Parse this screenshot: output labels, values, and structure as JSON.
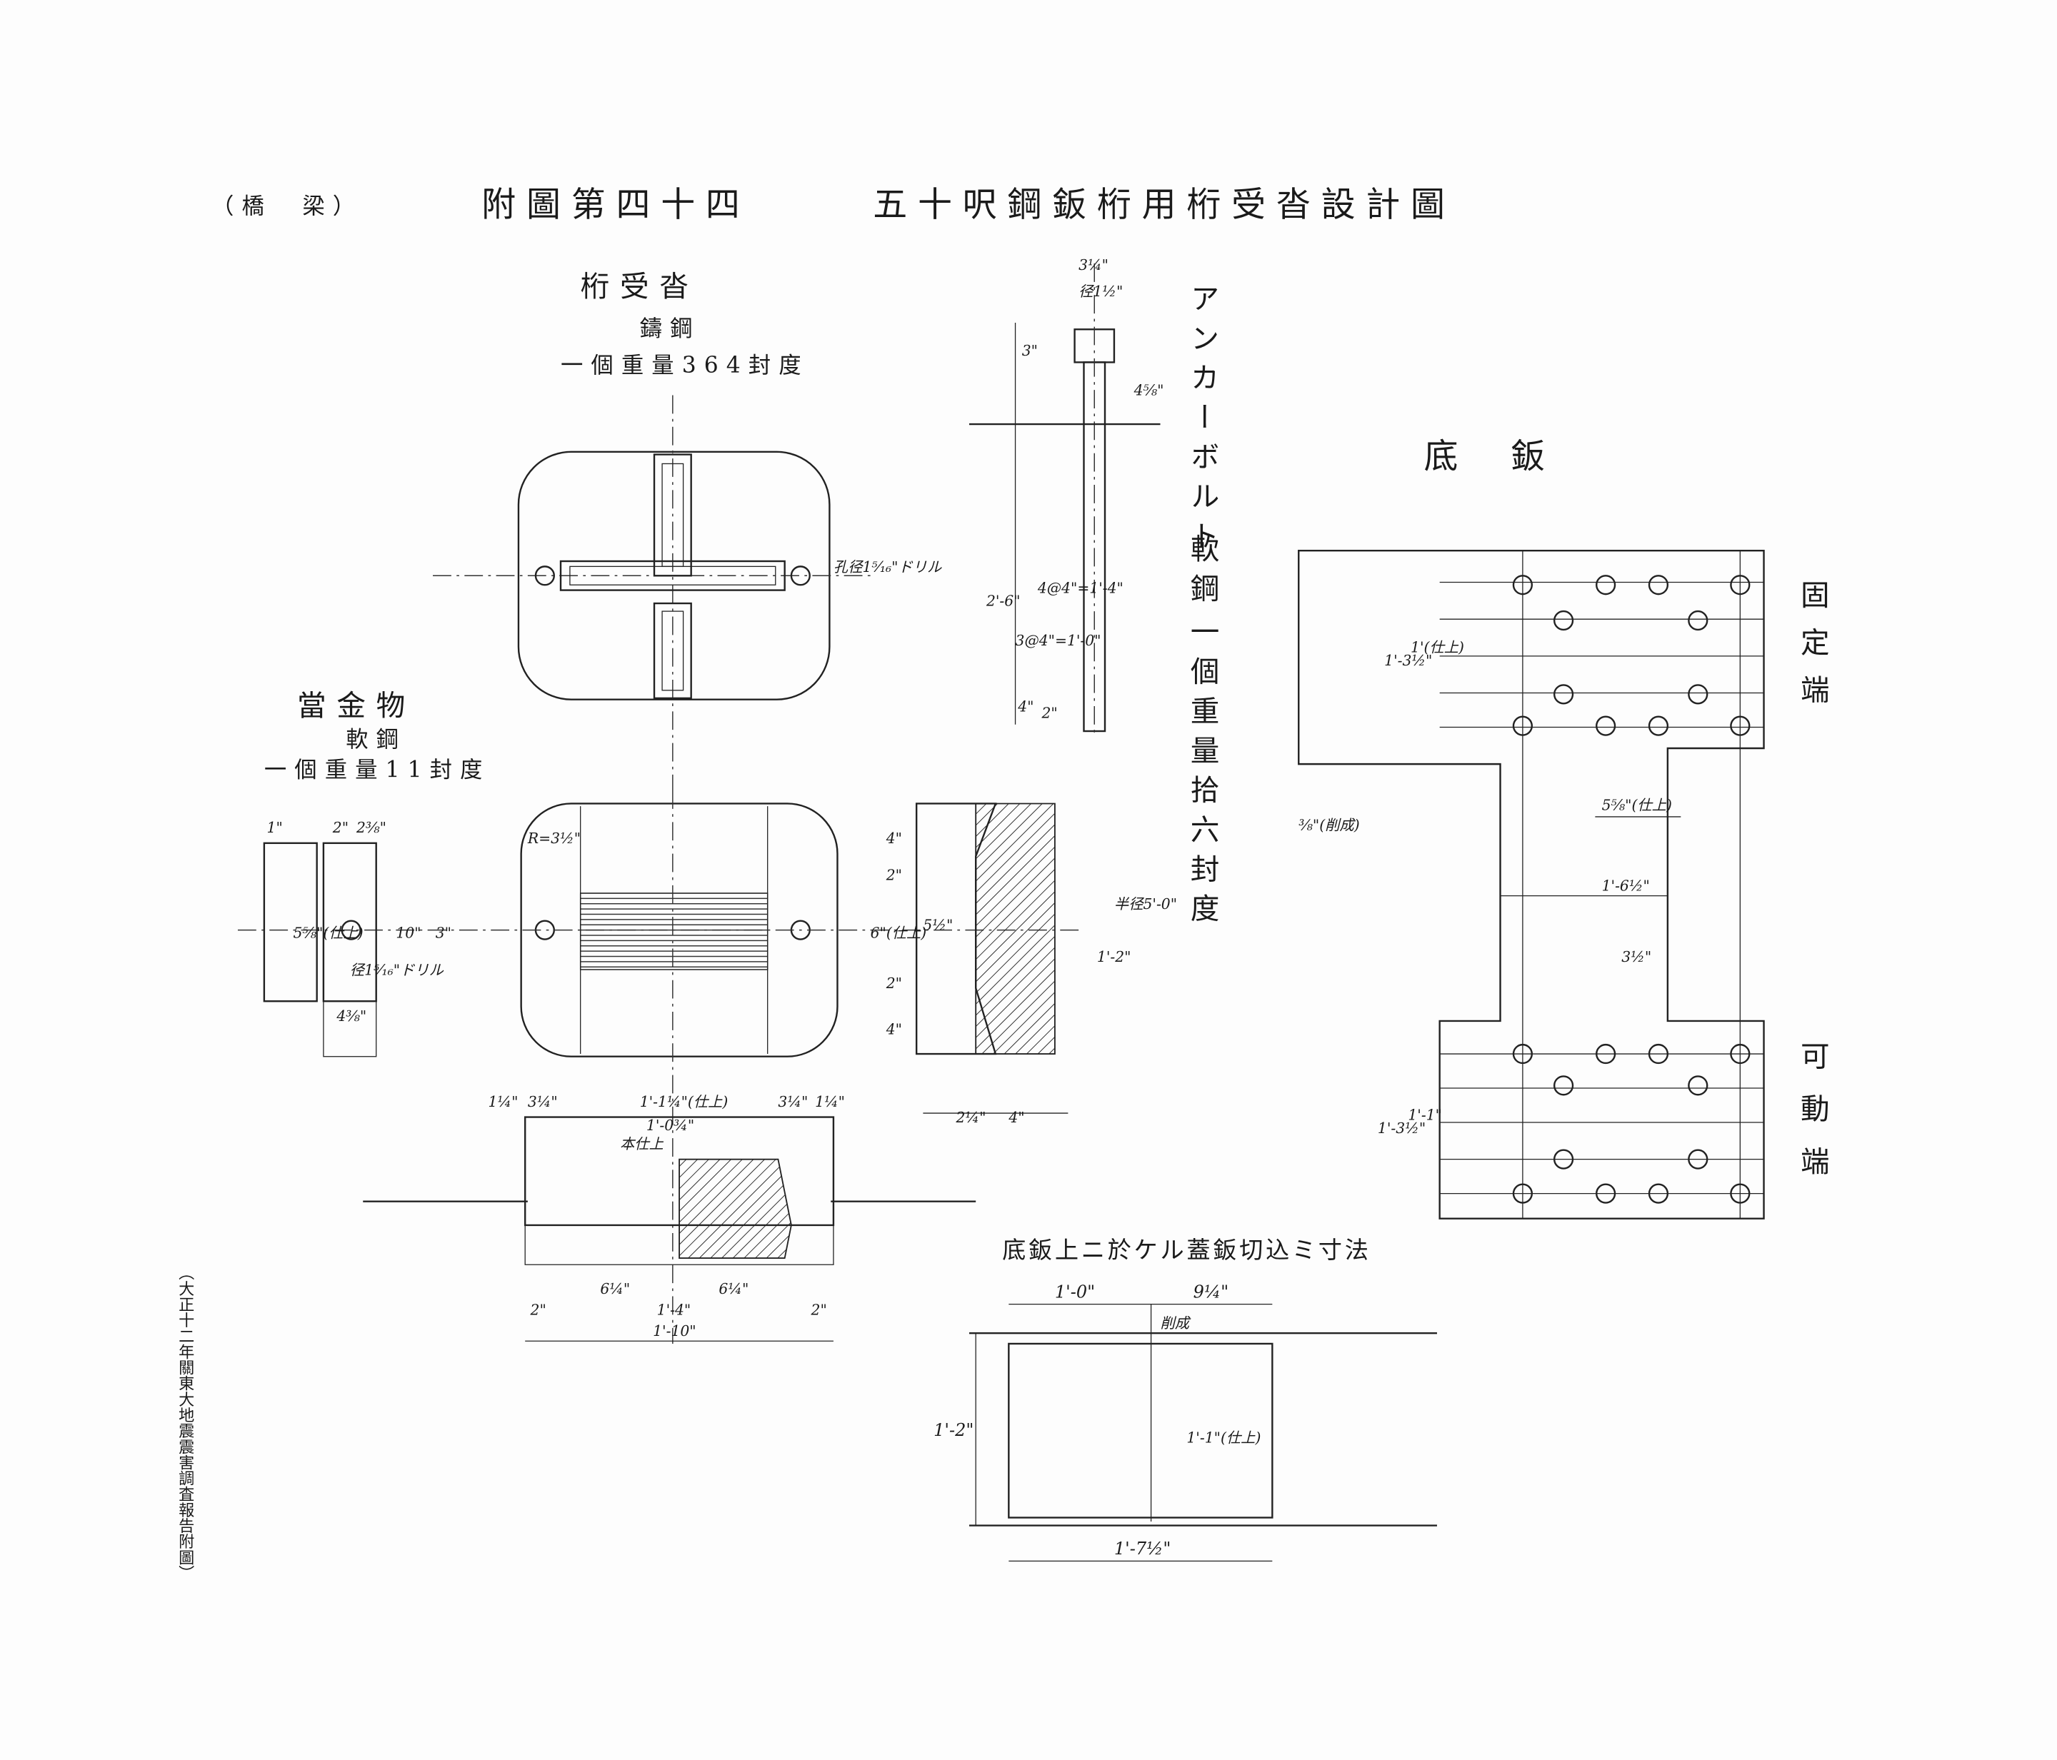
{
  "header": {
    "category": "（橋　梁）",
    "plate_number": "附圖第四十四",
    "title": "五十呎鋼鈑桁用桁受沓設計圖"
  },
  "side_note": "（大正十二年關東大地震震害調査報告附圖）",
  "bearing_shoe": {
    "title": "桁受沓",
    "material": "鑄鋼",
    "weight": "一個重量364封度",
    "hole_note": "孔径1⁵⁄₁₆\"ドリル",
    "radius_label": "R=3½\"",
    "rocker_radius": "半径5'-0\"",
    "finish_label": "本仕上",
    "dims": [
      "1¼\"",
      "3¼\"",
      "1'-1¼\"(仕上)",
      "3¼\"",
      "1¼\"",
      "1'-0¾\"",
      "6¼\"",
      "6¼\"",
      "1'-4\"",
      "1'-10\"",
      "2\"",
      "2\"",
      "4\"",
      "2\"",
      "6\"(仕上)",
      "2\"",
      "4\"",
      "5½\"",
      "1'-2\"",
      "2¼\"",
      "4\""
    ]
  },
  "filler": {
    "title": "當金物",
    "material": "軟鋼",
    "weight": "一個重量11封度",
    "dims": [
      "1\"",
      "2\"",
      "2⅜\"",
      "5⅝\"(仕上)",
      "10\"",
      "3\"",
      "4⅜\"",
      "径1⁵⁄₁₆\"ドリル"
    ]
  },
  "anchor_bolt": {
    "title": "アンカーボルト",
    "material": "軟鋼",
    "weight": "一個重量拾六封度",
    "dims": [
      "3¼\"",
      "径1½\"",
      "3\"",
      "4⅝\"",
      "2'-6\"",
      "3@4\"=1'-0\"",
      "4@4\"=1'-4\"",
      "4\"",
      "2\""
    ]
  },
  "base_plate": {
    "title": "底鈑",
    "fixed_end": "固定端",
    "movable_end": "可動端",
    "dims": [
      "1'-3½\"",
      "1'(仕上)",
      "5⅝\"(仕上)",
      "1'-6½\"",
      "3½\"",
      "1'-3½\"",
      "1'-1\"",
      "⅜\"(削成)"
    ]
  },
  "cover_plate_cut": {
    "title": "底鈑上ニ於ケル蓋鈑切込ミ寸法",
    "dims": [
      "1'-0\"",
      "9¼\"",
      "1'-2\"",
      "1'-1\"(仕上)",
      "1'-7½\""
    ],
    "note": "削成"
  }
}
